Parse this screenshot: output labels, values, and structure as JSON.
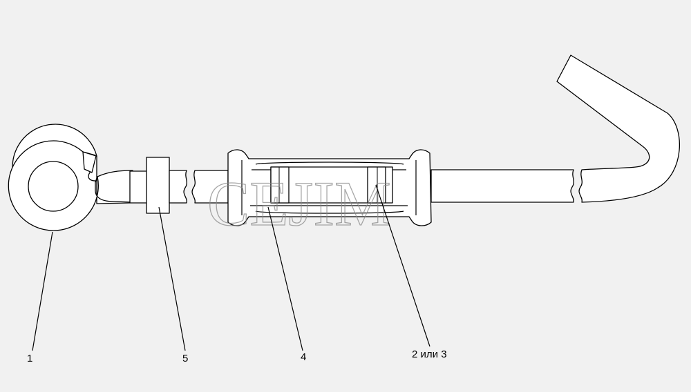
{
  "labels": {
    "eye_bolt": "1",
    "nut": "5",
    "turnbuckle_body": "4",
    "bolt_alt": "2 или 3"
  },
  "watermark": "CEJIM"
}
